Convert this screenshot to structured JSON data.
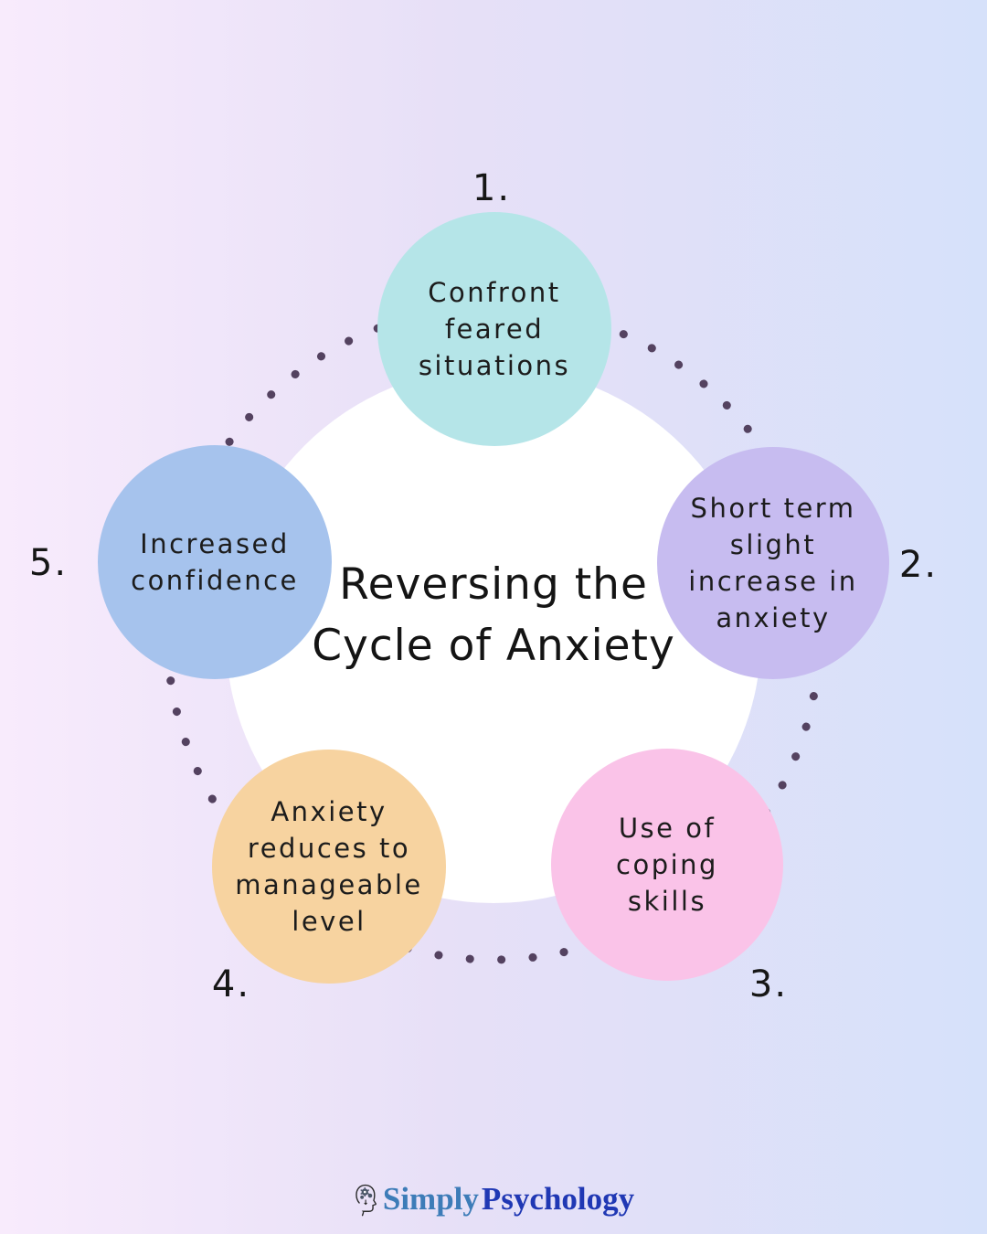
{
  "title": {
    "line1": "Reversing the",
    "line2": "Cycle of Anxiety"
  },
  "steps": [
    {
      "number": "1.",
      "lines": [
        "Confront",
        "feared",
        "situations"
      ],
      "color": "#b5e5e8"
    },
    {
      "number": "2.",
      "lines": [
        "Short term",
        "slight",
        "increase in",
        "anxiety"
      ],
      "color": "#c7bcf0"
    },
    {
      "number": "3.",
      "lines": [
        "Use of",
        "coping",
        "skills"
      ],
      "color": "#fac3e8"
    },
    {
      "number": "4.",
      "lines": [
        "Anxiety",
        "reduces to",
        "manageable",
        "level"
      ],
      "color": "#f7d3a0"
    },
    {
      "number": "5.",
      "lines": [
        "Increased",
        "confidence"
      ],
      "color": "#a6c3ed"
    }
  ],
  "footer": {
    "brand_part1": "Simply",
    "brand_part2": "Psychology"
  },
  "colors": {
    "background_left": "#f8ebfc",
    "background_right": "#d6e1fa",
    "ring_dots": "#544260",
    "center_circle": "#ffffff",
    "text": "#1a1a1a",
    "brand_part1_color": "#3d7cb8",
    "brand_part2_color": "#2038b4"
  }
}
